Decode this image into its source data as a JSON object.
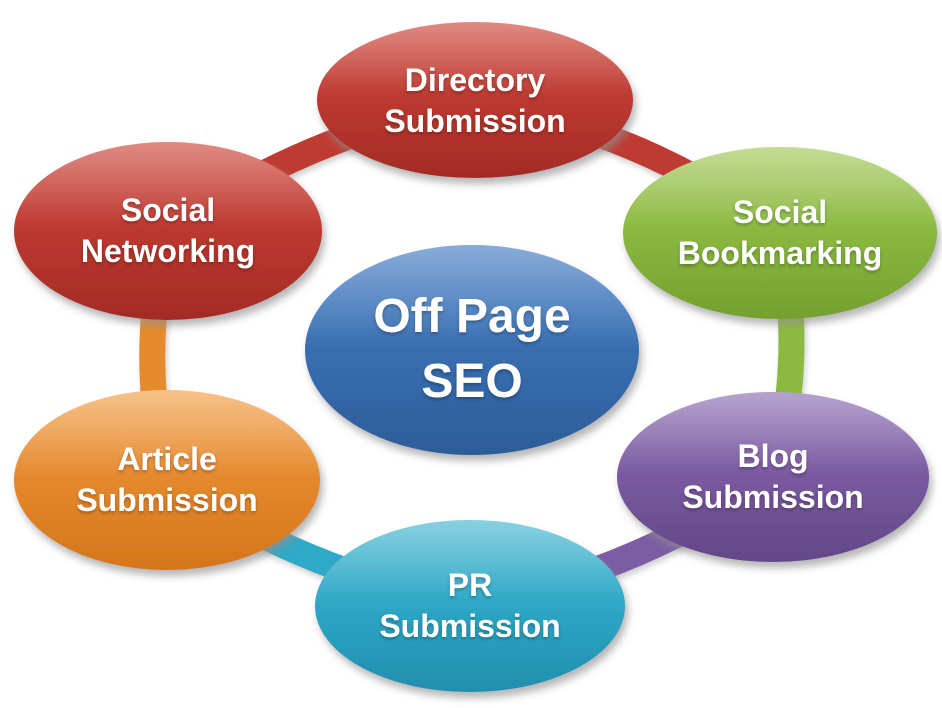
{
  "diagram": {
    "center": {
      "id": "off-page-seo",
      "label": "Off Page\nSEO",
      "color": "#3A70B3"
    },
    "nodes": [
      {
        "id": "directory-submission",
        "label": "Directory\nSubmission",
        "color": "#BE3A31",
        "color_name": "red"
      },
      {
        "id": "social-bookmarking",
        "label": "Social\nBookmarking",
        "color": "#8CBA41",
        "color_name": "green"
      },
      {
        "id": "blog-submission",
        "label": "Blog\nSubmission",
        "color": "#7C5BA2",
        "color_name": "purple"
      },
      {
        "id": "pr-submission",
        "label": "PR\nSubmission",
        "color": "#2FA9C7",
        "color_name": "teal"
      },
      {
        "id": "article-submission",
        "label": "Article\nSubmission",
        "color": "#E68A2F",
        "color_name": "orange"
      },
      {
        "id": "social-networking",
        "label": "Social\nNetworking",
        "color": "#BE3A31",
        "color_name": "red"
      }
    ],
    "connectors": [
      {
        "from": "social-networking",
        "to": "directory-submission",
        "color": "#BE3A31"
      },
      {
        "from": "directory-submission",
        "to": "social-bookmarking",
        "color": "#BE3A31"
      },
      {
        "from": "social-bookmarking",
        "to": "blog-submission",
        "color": "#8CBA41"
      },
      {
        "from": "blog-submission",
        "to": "pr-submission",
        "color": "#7C5BA2"
      },
      {
        "from": "pr-submission",
        "to": "article-submission",
        "color": "#2FA9C7"
      },
      {
        "from": "article-submission",
        "to": "social-networking",
        "color": "#E68A2F"
      }
    ],
    "palette": {
      "red": {
        "light": "#D2584E",
        "base": "#BE3A31",
        "dark": "#A32B24"
      },
      "green": {
        "light": "#A9CC68",
        "base": "#8CBA41",
        "dark": "#74A02E"
      },
      "purple": {
        "light": "#957CB8",
        "base": "#7C5BA2",
        "dark": "#634688"
      },
      "teal": {
        "light": "#55BCD4",
        "base": "#2FA9C7",
        "dark": "#1F8FAD"
      },
      "orange": {
        "light": "#F2A757",
        "base": "#E68A2F",
        "dark": "#D4751B"
      },
      "blue": {
        "light": "#5488C8",
        "base": "#3A70B3",
        "dark": "#2C5C99"
      }
    }
  }
}
